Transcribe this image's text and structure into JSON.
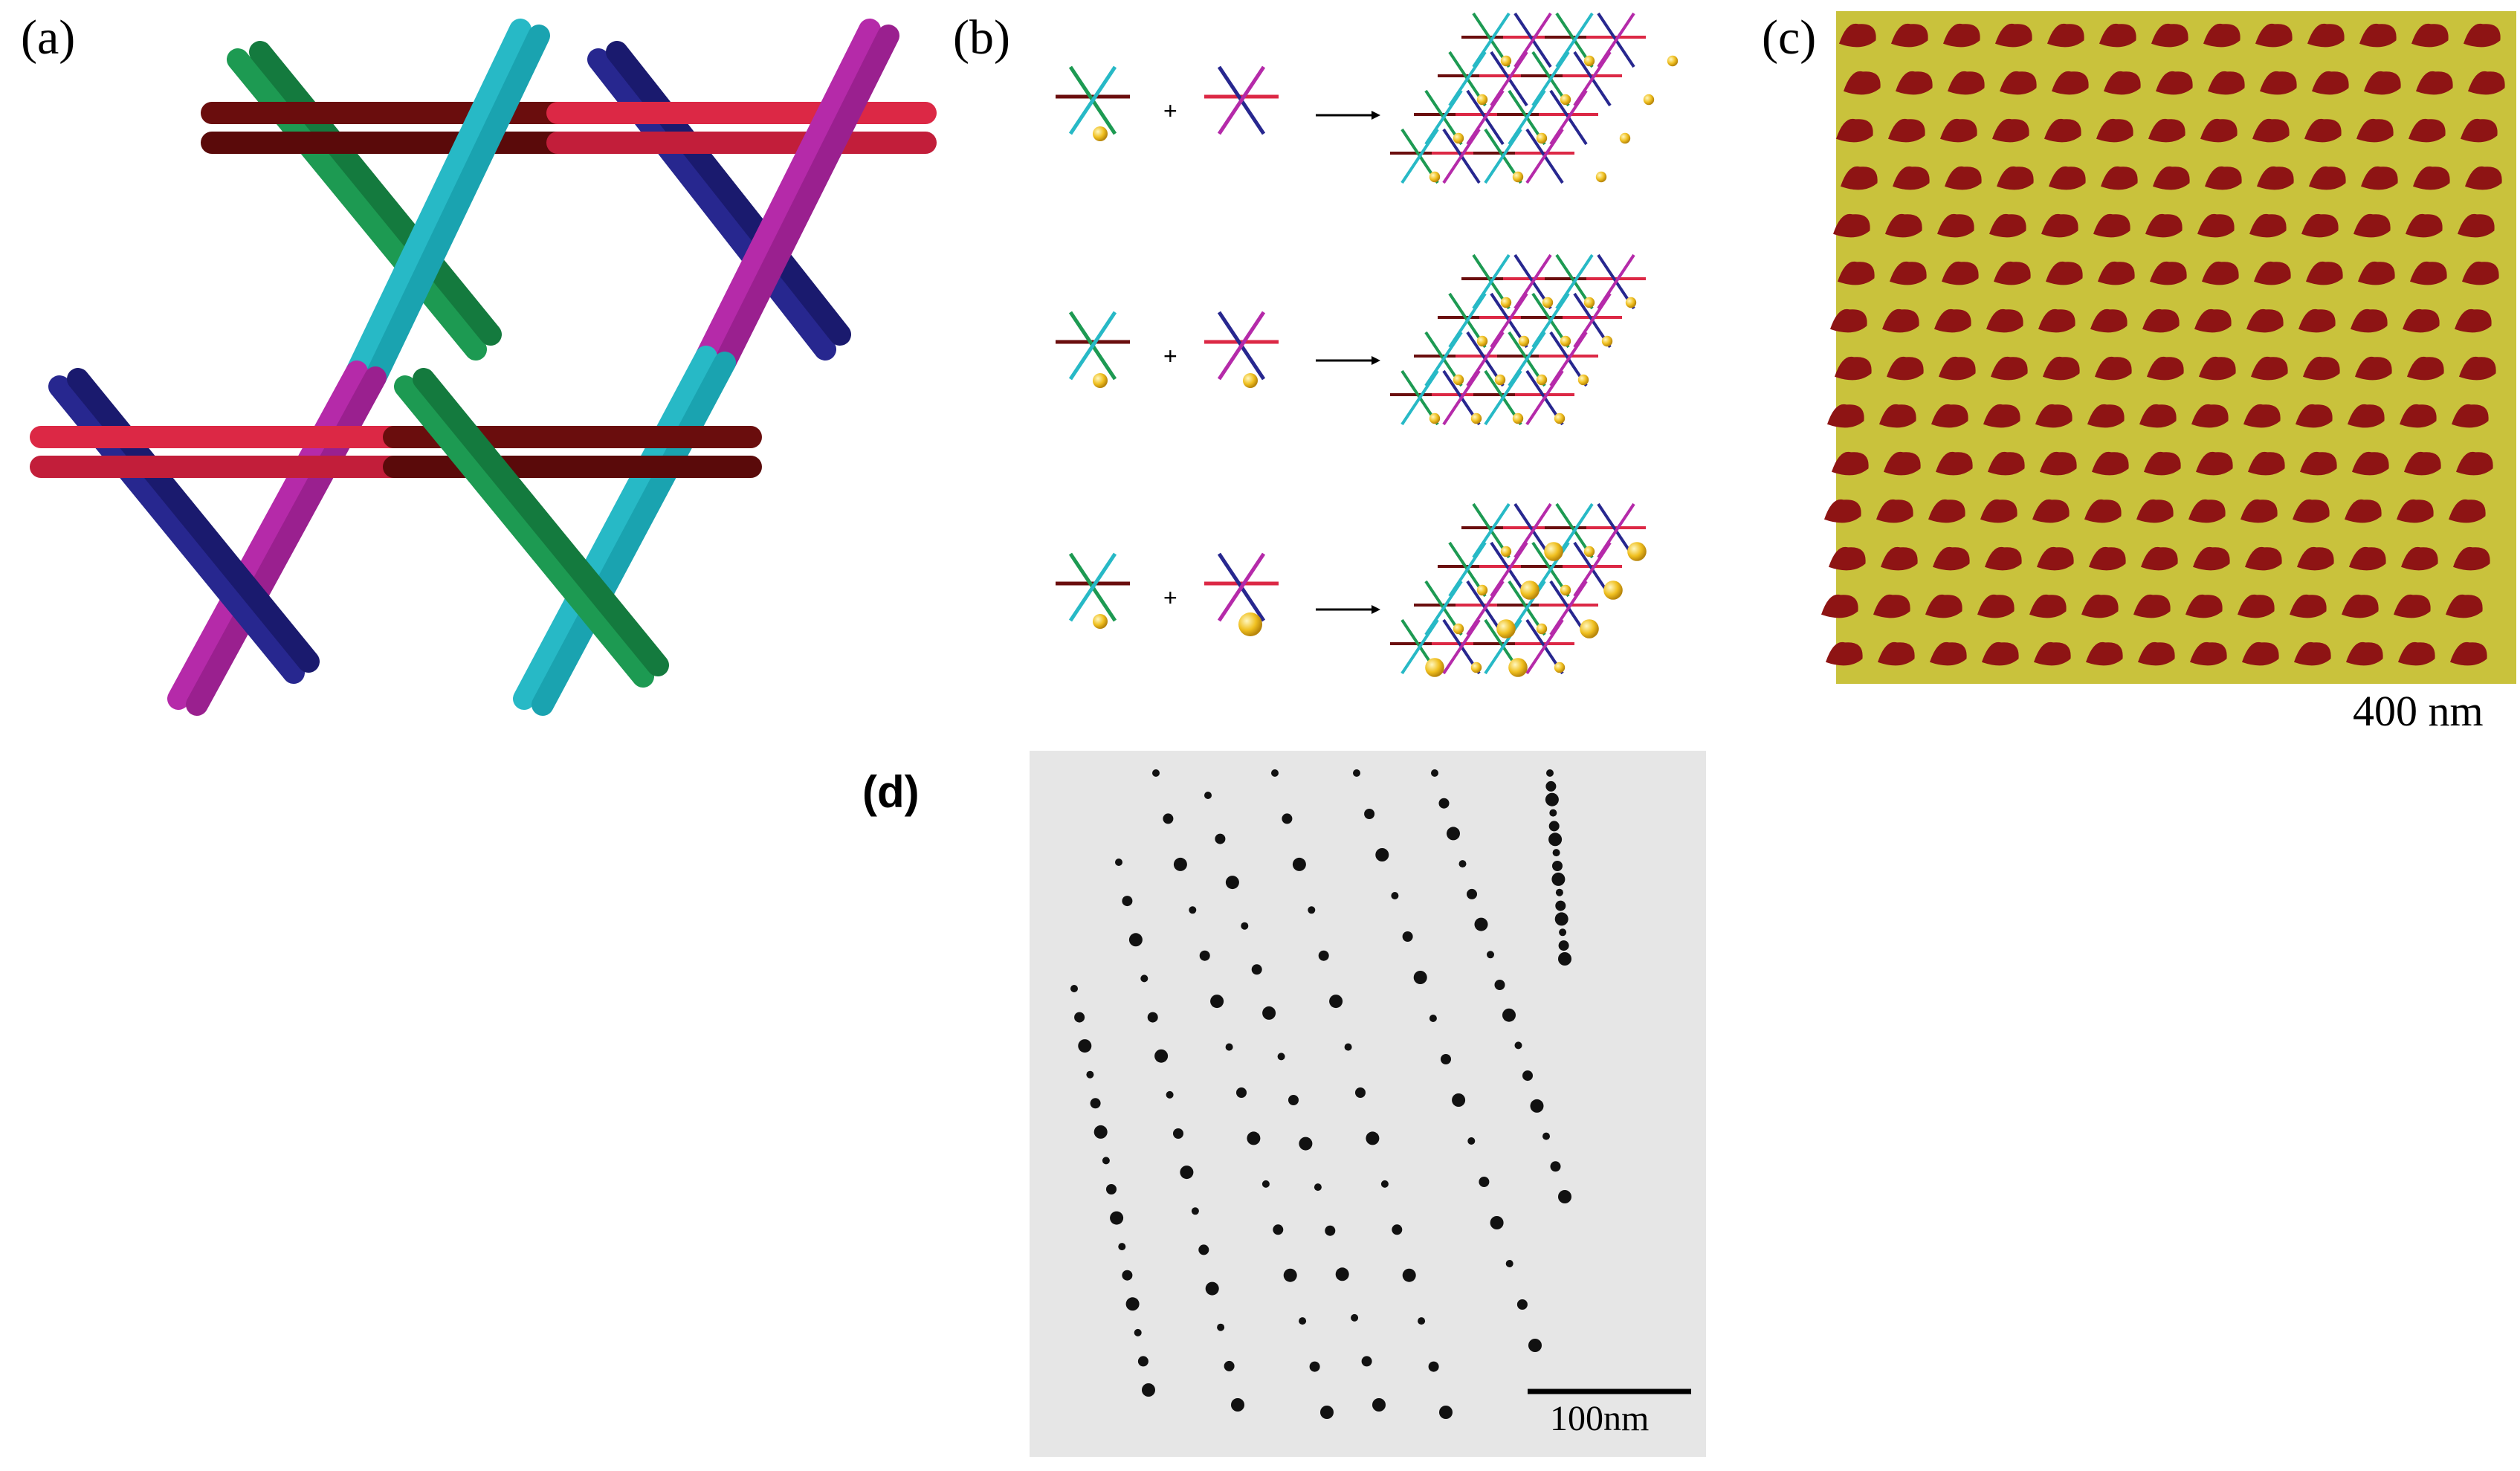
{
  "panels": {
    "a": {
      "label": "(a)"
    },
    "b": {
      "label": "(b)",
      "plus": "+"
    },
    "c": {
      "label": "(c)",
      "scale_text": "400 nm"
    },
    "d": {
      "label": "(d)",
      "scale_text": "100nm"
    }
  },
  "colors": {
    "dark_red": "#6a0d0d",
    "red": "#dc2845",
    "cyan": "#27b9c6",
    "magenta": "#b52aa9",
    "green": "#1d9a52",
    "blue": "#27278f",
    "gold": "#f0c020",
    "afm_bg": "#c9c23c",
    "afm_spot": "#8e1414",
    "tem_bg": "#e6e6e6",
    "tem_dot": "#111111"
  }
}
